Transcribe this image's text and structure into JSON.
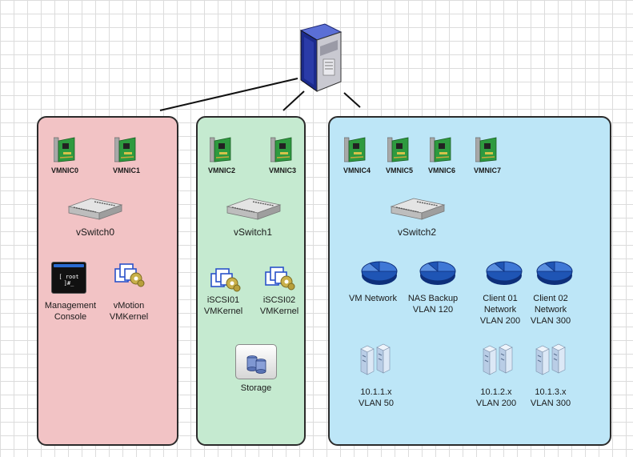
{
  "colors": {
    "management_panel": "#f2c3c5",
    "storage_panel": "#c5ead0",
    "vm_panel": "#bde6f7",
    "panel_border": "#2b2b2b",
    "network_pie": "#1f55b5"
  },
  "icons": [
    "server-icon",
    "nic-card-icon",
    "switch-icon",
    "console-icon",
    "vmkernel-icon",
    "storage-icon",
    "network-pie-icon",
    "server-pair-icon"
  ],
  "host": {
    "icon": "server-icon"
  },
  "management": {
    "nics": [
      "VMNIC0",
      "VMNIC1"
    ],
    "vswitch": "vSwitch0",
    "console": {
      "screen_text": "[ root ]#_",
      "label_line1": "Management",
      "label_line2": "Console"
    },
    "vmotion": {
      "label_line1": "vMotion",
      "label_line2": "VMKernel"
    }
  },
  "storage": {
    "nics": [
      "VMNIC2",
      "VMNIC3"
    ],
    "vswitch": "vSwitch1",
    "iscsi01": {
      "label_line1": "iSCSI01",
      "label_line2": "VMKernel"
    },
    "iscsi02": {
      "label_line1": "iSCSI02",
      "label_line2": "VMKernel"
    },
    "storage_label": "Storage"
  },
  "vm": {
    "nics": [
      "VMNIC4",
      "VMNIC5",
      "VMNIC6",
      "VMNIC7"
    ],
    "vswitch": "vSwitch2",
    "networks": [
      {
        "line1": "VM Network",
        "line2": "",
        "line3": ""
      },
      {
        "line1": "NAS Backup",
        "line2": "VLAN 120",
        "line3": ""
      },
      {
        "line1": "Client 01",
        "line2": "Network",
        "line3": "VLAN 200"
      },
      {
        "line1": "Client 02",
        "line2": "Network",
        "line3": "VLAN 300"
      }
    ],
    "servers": [
      {
        "line1": "10.1.1.x",
        "line2": "VLAN 50"
      },
      {
        "line1": "10.1.2.x",
        "line2": "VLAN 200"
      },
      {
        "line1": "10.1.3.x",
        "line2": "VLAN 300"
      }
    ]
  }
}
